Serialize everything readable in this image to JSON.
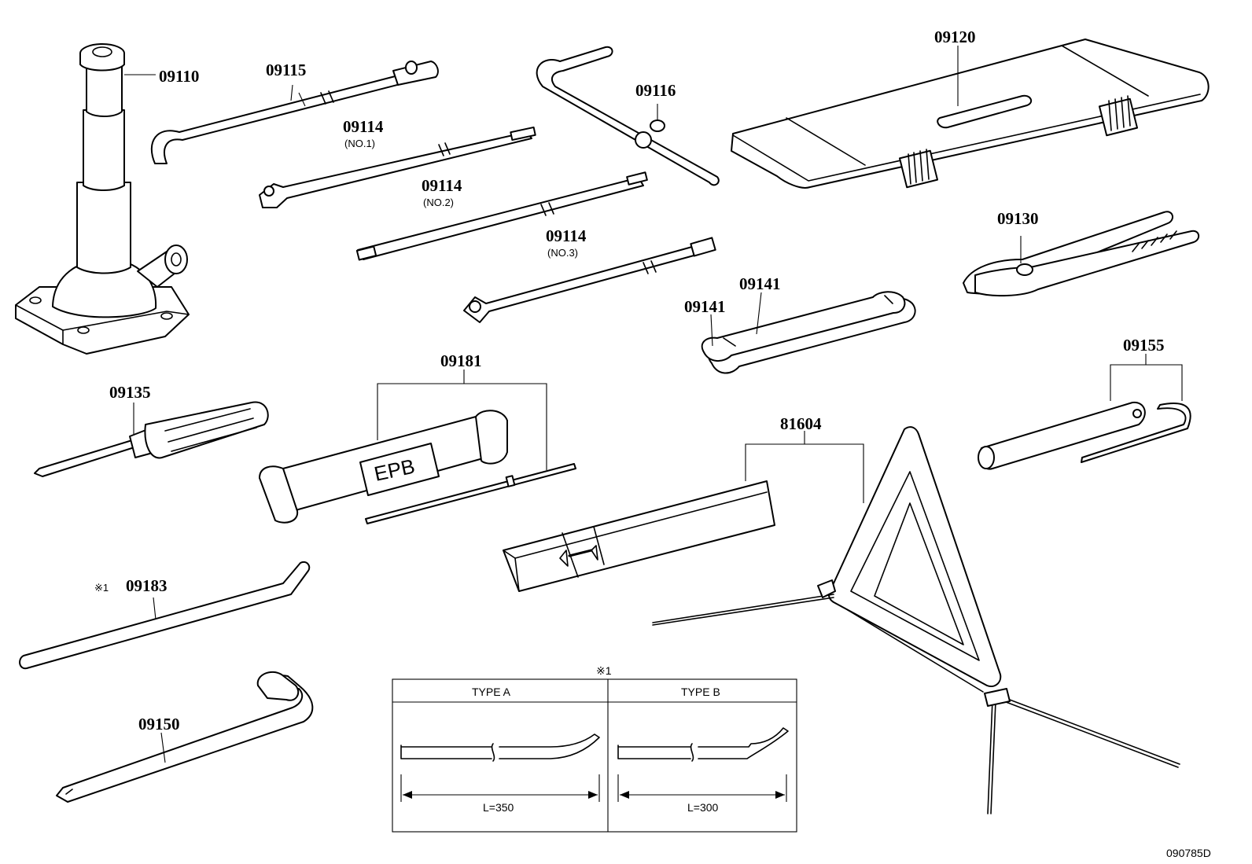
{
  "diagram": {
    "part_labels": {
      "p09110": "09110",
      "p09115": "09115",
      "p09114_a": "09114",
      "p09114_a_sub": "(NO.1)",
      "p09114_b": "09114",
      "p09114_b_sub": "(NO.2)",
      "p09114_c": "09114",
      "p09114_c_sub": "(NO.3)",
      "p09116": "09116",
      "p09120": "09120",
      "p09130": "09130",
      "p09141_a": "09141",
      "p09141_b": "09141",
      "p09135": "09135",
      "p09181": "09181",
      "p09155": "09155",
      "p81604": "81604",
      "p09183": "09183",
      "p09183_mark": "※1",
      "p09150": "09150"
    },
    "epb_label": "EPB",
    "type_table": {
      "mark": "※1",
      "type_a": {
        "header": "TYPE A",
        "length": "L=350"
      },
      "type_b": {
        "header": "TYPE B",
        "length": "L=300"
      }
    },
    "drawing_code": "090785D"
  }
}
